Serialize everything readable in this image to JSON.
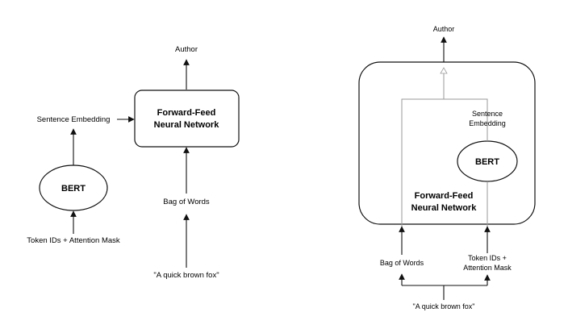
{
  "left_diagram": {
    "bert_label": "BERT",
    "token_input_label": "Token IDs + Attention Mask",
    "sentence_embedding_label": "Sentence Embedding",
    "ffnn_label_line1": "Forward-Feed",
    "ffnn_label_line2": "Neural Network",
    "bag_of_words_label": "Bag of Words",
    "input_text": "\"A quick brown fox\"",
    "output_label": "Author"
  },
  "right_diagram": {
    "output_label": "Author",
    "sentence_embedding_line1": "Sentence",
    "sentence_embedding_line2": "Embedding",
    "bert_label": "BERT",
    "ffnn_label_line1": "Forward-Feed",
    "ffnn_label_line2": "Neural Network",
    "bag_of_words_label": "Bag of Words",
    "token_input_line1": "Token IDs +",
    "token_input_line2": "Attention Mask",
    "input_text": "\"A quick brown fox\""
  }
}
